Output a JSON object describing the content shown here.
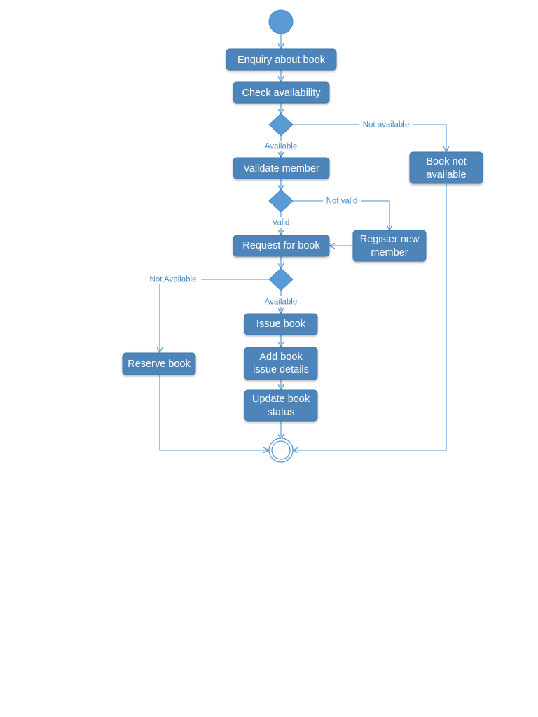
{
  "diagram": {
    "colors": {
      "activity_fill": "#4e85ba",
      "activity_border": "#3f77ad",
      "node_fill": "#5b9bd5",
      "connector": "#4a90d0",
      "label_text": "#4a8ac6",
      "box_text": "#ffffff"
    },
    "activities": {
      "enquiry": "Enquiry about book",
      "check": "Check availability",
      "book_not_available": [
        "Book not",
        "available"
      ],
      "validate": "Validate member",
      "register": [
        "Register new",
        "member"
      ],
      "request": "Request for book",
      "issue": "Issue book",
      "add_details": [
        "Add book",
        "issue details"
      ],
      "update_status": [
        "Update book",
        "status"
      ],
      "reserve": "Reserve book"
    },
    "labels": {
      "not_available_1": "Not available",
      "available_1": "Available",
      "not_valid": "Not valid",
      "valid": "Valid",
      "not_available_2": "Not Available",
      "available_2": "Available"
    }
  }
}
